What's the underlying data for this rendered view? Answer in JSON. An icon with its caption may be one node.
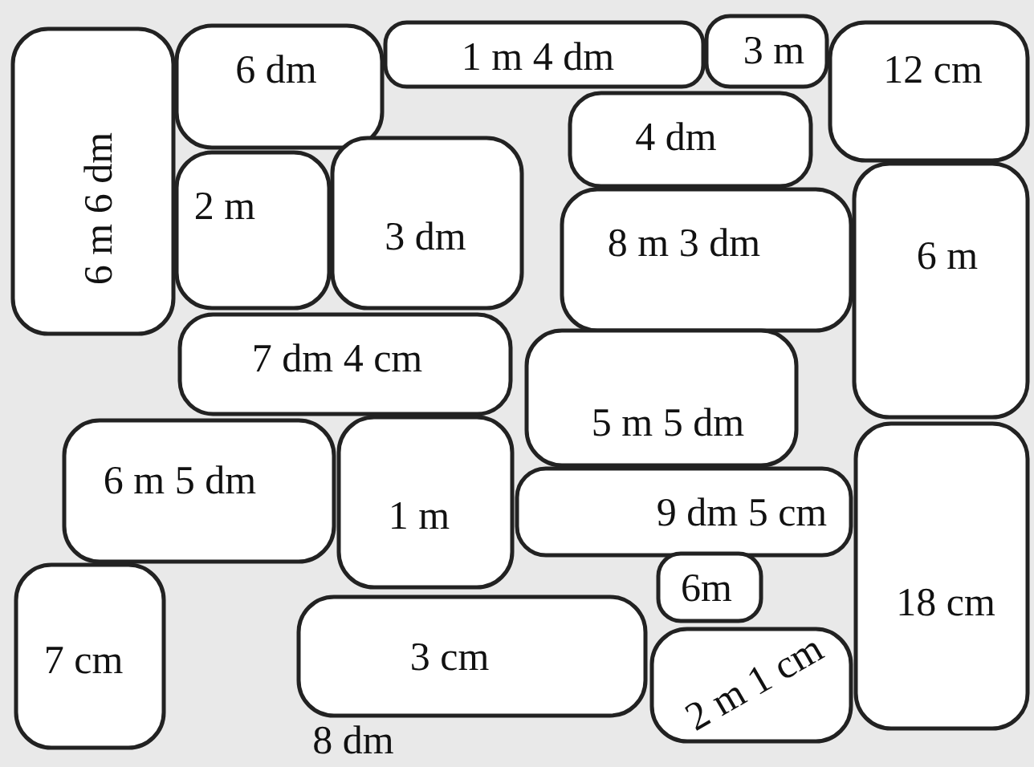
{
  "diagram": {
    "nodes": [
      {
        "text": [
          "6 m 6 dm"
        ]
      },
      {
        "text": [
          "6 dm"
        ]
      },
      {
        "text": [
          "1 m 4 dm"
        ]
      },
      {
        "text": [
          "3 m"
        ]
      },
      {
        "text": [
          "12 cm"
        ]
      },
      {
        "text": [
          "4 dm"
        ]
      },
      {
        "text": [
          "2 m"
        ]
      },
      {
        "text": [
          "3 dm"
        ]
      },
      {
        "text": [
          "8 m 3 dm"
        ]
      },
      {
        "text": [
          "6 m"
        ]
      },
      {
        "text": [
          "7 dm 4 cm"
        ]
      },
      {
        "text": [
          "5 m 5 dm"
        ]
      },
      {
        "text": [
          "6 m 5 dm"
        ]
      },
      {
        "text": [
          "1 m"
        ]
      },
      {
        "text": [
          "9 dm 5 cm"
        ]
      },
      {
        "text": [
          "7 cm"
        ]
      },
      {
        "text": [
          "3 cm"
        ]
      },
      {
        "text": [
          "6m"
        ]
      },
      {
        "text": [
          "2 m 1 cm"
        ]
      },
      {
        "text": [
          "18 cm"
        ]
      }
    ],
    "labels": [
      "8 dm"
    ]
  }
}
